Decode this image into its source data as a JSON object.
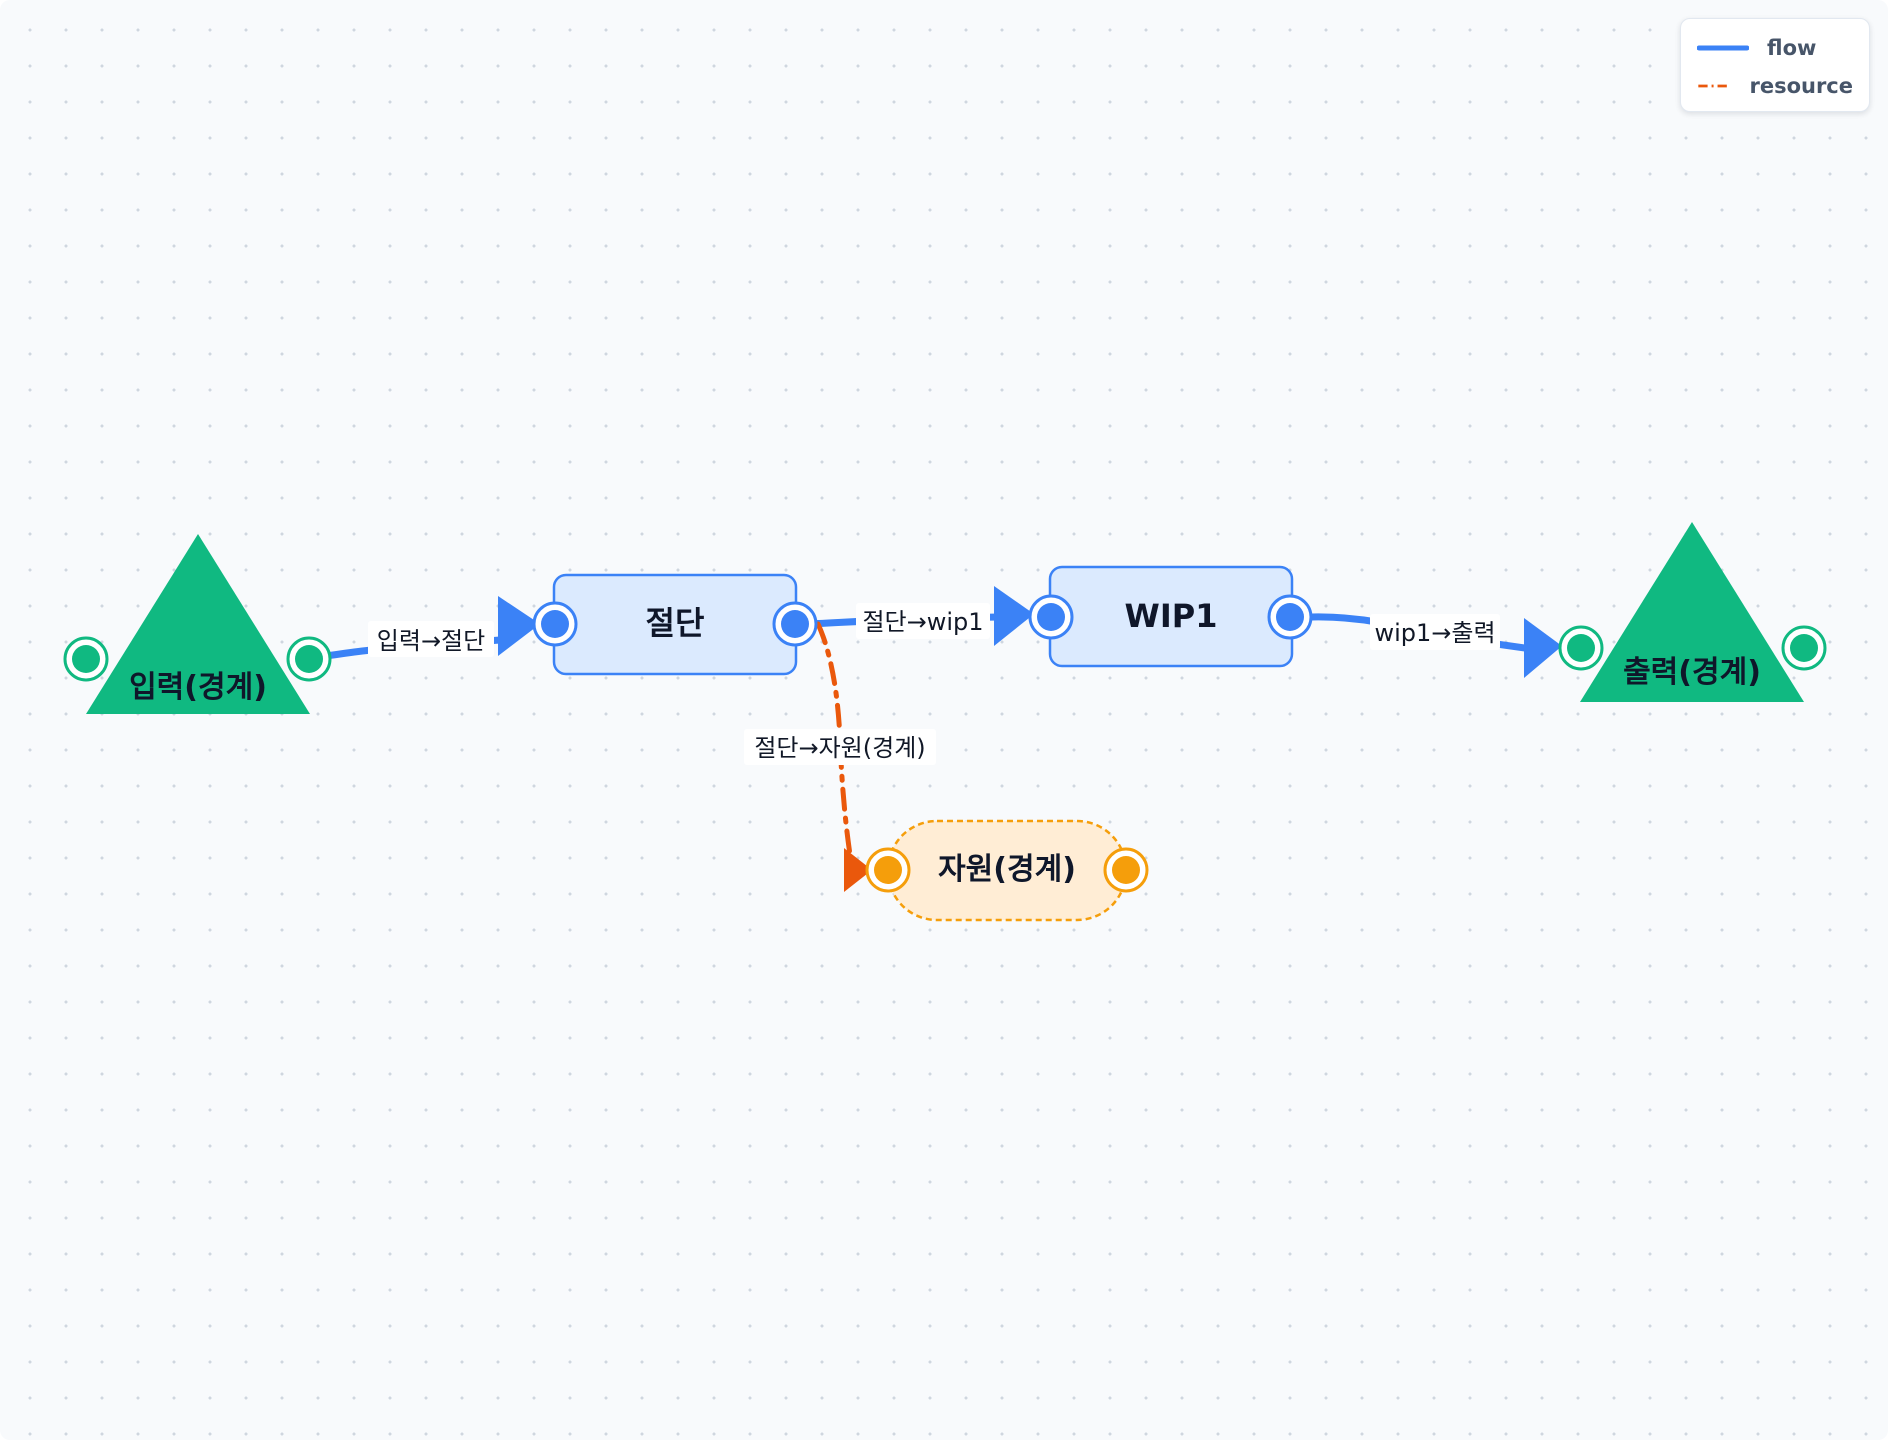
{
  "nodes": {
    "input": {
      "label": "입력(경계)"
    },
    "cut": {
      "label": "절단"
    },
    "wip1": {
      "label": "WIP1"
    },
    "output": {
      "label": "출력(경계)"
    },
    "resource": {
      "label": "자원(경계)"
    }
  },
  "edges": {
    "input_cut": {
      "label": "입력→절단",
      "type": "flow"
    },
    "cut_wip1": {
      "label": "절단→wip1",
      "type": "flow"
    },
    "wip1_output": {
      "label": "wip1→출력",
      "type": "flow"
    },
    "cut_resource": {
      "label": "절단→자원(경계)",
      "type": "resource"
    }
  },
  "legend": {
    "flow_label": "flow",
    "resource_label": "resource"
  },
  "colors": {
    "flow": "#3b82f6",
    "resource": "#ea580c",
    "boundary": "#10b981",
    "process_fill": "#dbeafe",
    "process_stroke": "#3b82f6",
    "resource_fill": "#ffedd5",
    "resource_stroke": "#f59e0b",
    "resource_port": "#f59e0b"
  }
}
